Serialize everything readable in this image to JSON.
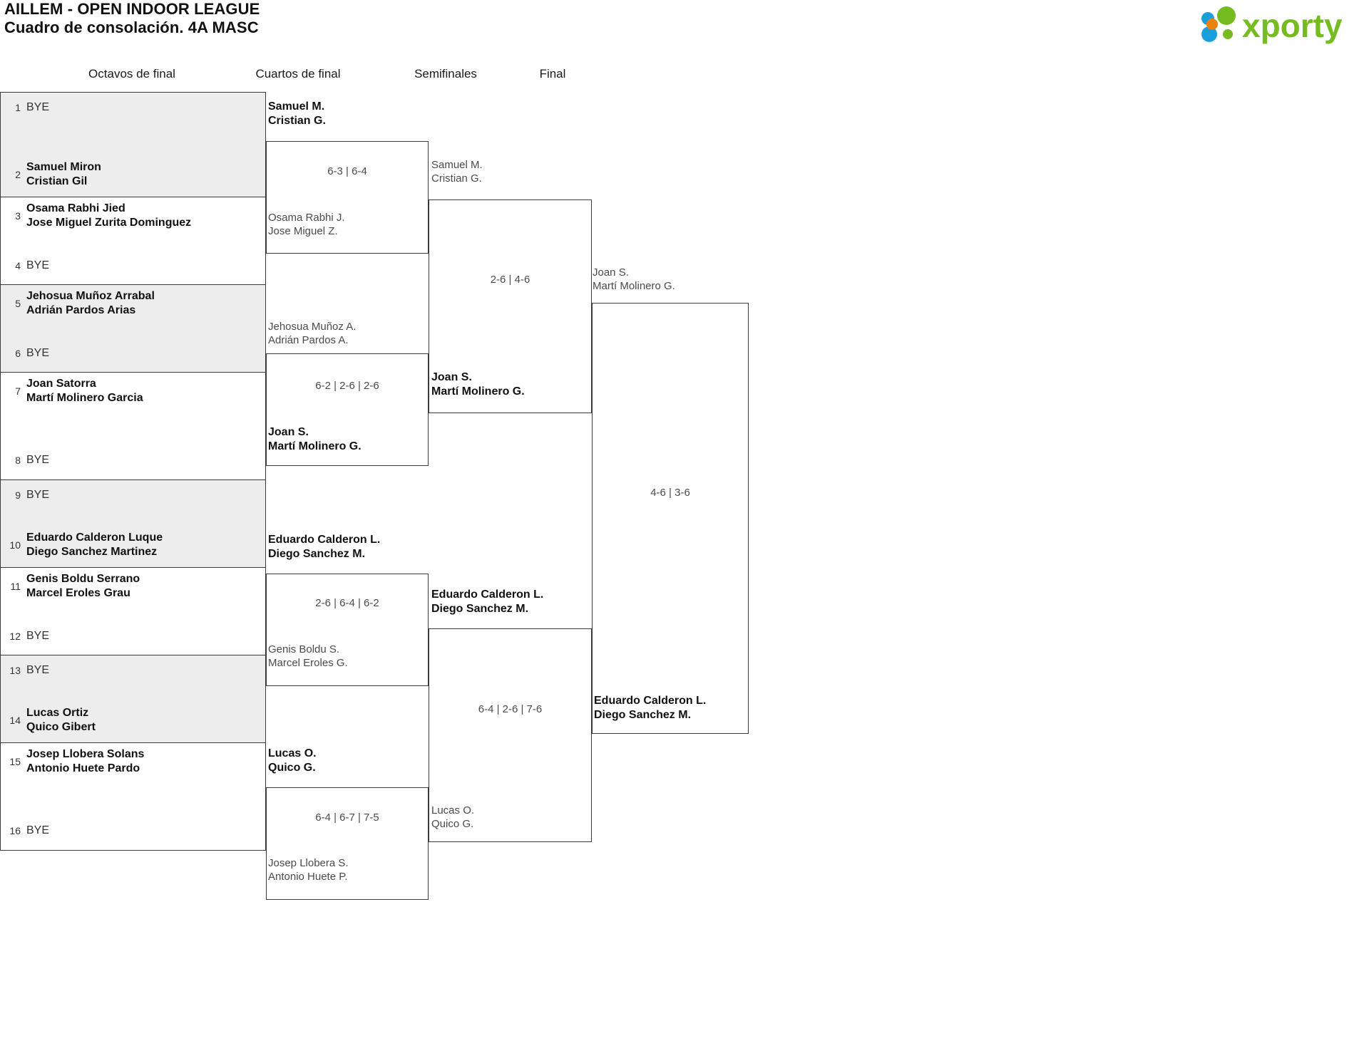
{
  "header": {
    "title_line1": "AILLEM - OPEN INDOOR LEAGUE",
    "title_line2": "Cuadro de consolación. 4A MASC",
    "logo_text": "xporty"
  },
  "rounds": [
    {
      "label": "Octavos de final"
    },
    {
      "label": "Cuartos de final"
    },
    {
      "label": "Semifinales"
    },
    {
      "label": "Final"
    }
  ],
  "r16": [
    {
      "seed": "1",
      "line1": "BYE",
      "line2": "",
      "bye": true,
      "winner": false
    },
    {
      "seed": "2",
      "line1": "Samuel Miron",
      "line2": "Cristian Gil",
      "bye": false,
      "winner": true
    },
    {
      "seed": "3",
      "line1": "Osama Rabhi Jied",
      "line2": "Jose Miguel Zurita Dominguez",
      "bye": false,
      "winner": true
    },
    {
      "seed": "4",
      "line1": "BYE",
      "line2": "",
      "bye": true,
      "winner": false
    },
    {
      "seed": "5",
      "line1": "Jehosua Muñoz Arrabal",
      "line2": "Adrián Pardos Arias",
      "bye": false,
      "winner": true
    },
    {
      "seed": "6",
      "line1": "BYE",
      "line2": "",
      "bye": true,
      "winner": false
    },
    {
      "seed": "7",
      "line1": "Joan Satorra",
      "line2": "Martí Molinero Garcia",
      "bye": false,
      "winner": true
    },
    {
      "seed": "8",
      "line1": "BYE",
      "line2": "",
      "bye": true,
      "winner": false
    },
    {
      "seed": "9",
      "line1": "BYE",
      "line2": "",
      "bye": true,
      "winner": false
    },
    {
      "seed": "10",
      "line1": "Eduardo Calderon Luque",
      "line2": "Diego Sanchez Martinez",
      "bye": false,
      "winner": true
    },
    {
      "seed": "11",
      "line1": "Genis Boldu Serrano",
      "line2": "Marcel Eroles Grau",
      "bye": false,
      "winner": true
    },
    {
      "seed": "12",
      "line1": "BYE",
      "line2": "",
      "bye": true,
      "winner": false
    },
    {
      "seed": "13",
      "line1": "BYE",
      "line2": "",
      "bye": true,
      "winner": false
    },
    {
      "seed": "14",
      "line1": "Lucas Ortiz",
      "line2": "Quico Gibert",
      "bye": false,
      "winner": true
    },
    {
      "seed": "15",
      "line1": "Josep Llobera Solans",
      "line2": "Antonio Huete Pardo",
      "bye": false,
      "winner": true
    },
    {
      "seed": "16",
      "line1": "BYE",
      "line2": "",
      "bye": true,
      "winner": false
    }
  ],
  "qf": [
    {
      "top": {
        "line1": "Samuel M.",
        "line2": "Cristian G.",
        "result": "win"
      },
      "bottom": {
        "line1": "Osama Rabhi J.",
        "line2": "Jose Miguel Z.",
        "result": "lose"
      },
      "score": "6-3 | 6-4"
    },
    {
      "top": {
        "line1": "Jehosua Muñoz A.",
        "line2": "Adrián Pardos A.",
        "result": "lose"
      },
      "bottom": {
        "line1": "Joan S.",
        "line2": "Martí Molinero G.",
        "result": "win"
      },
      "score": "6-2 | 2-6 | 2-6"
    },
    {
      "top": {
        "line1": "Eduardo Calderon L.",
        "line2": "Diego Sanchez M.",
        "result": "win"
      },
      "bottom": {
        "line1": "Genis Boldu S.",
        "line2": "Marcel Eroles G.",
        "result": "lose"
      },
      "score": "2-6 | 6-4 | 6-2"
    },
    {
      "top": {
        "line1": "Lucas O.",
        "line2": "Quico G.",
        "result": "win"
      },
      "bottom": {
        "line1": "Josep Llobera S.",
        "line2": "Antonio Huete P.",
        "result": "lose"
      },
      "score": "6-4 | 6-7 | 7-5"
    }
  ],
  "sf": [
    {
      "top": {
        "line1": "Samuel M.",
        "line2": "Cristian G.",
        "result": "lose"
      },
      "bottom": {
        "line1": "Joan S.",
        "line2": "Martí Molinero G.",
        "result": "win"
      },
      "score": "2-6 | 4-6"
    },
    {
      "top": {
        "line1": "Eduardo Calderon L.",
        "line2": "Diego Sanchez M.",
        "result": "win"
      },
      "bottom": {
        "line1": "Lucas O.",
        "line2": "Quico G.",
        "result": "lose"
      },
      "score": "6-4 | 2-6 | 7-6"
    }
  ],
  "final": {
    "top": {
      "line1": "Joan S.",
      "line2": "Martí Molinero G.",
      "result": "lose"
    },
    "bottom": {
      "line1": "Eduardo Calderon L.",
      "line2": "Diego Sanchez M.",
      "result": "win"
    },
    "score": "4-6 | 3-6"
  }
}
